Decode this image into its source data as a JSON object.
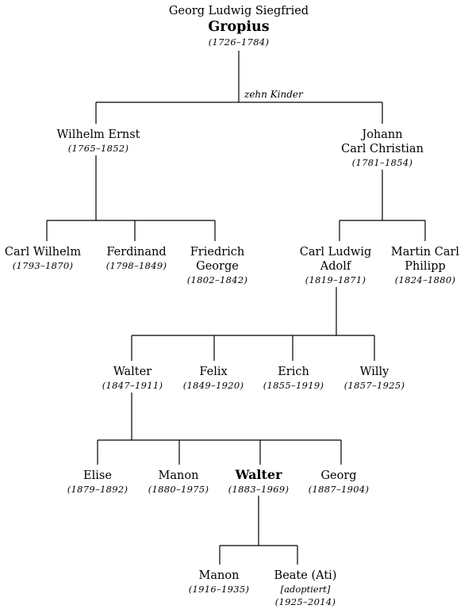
{
  "root": {
    "given_names": "Georg Ludwig Siegfried",
    "surname": "Gropius",
    "dates": "(1726–1784)",
    "children_note": "zehn Kinder"
  },
  "gen1": [
    {
      "name": [
        "Wilhelm Ernst"
      ],
      "dates": "(1765–1852)"
    },
    {
      "name": [
        "Johann",
        "Carl Christian"
      ],
      "dates": "(1781–1854)"
    }
  ],
  "gen2": [
    {
      "name": [
        "Carl Wilhelm"
      ],
      "dates": "(1793–1870)"
    },
    {
      "name": [
        "Ferdinand"
      ],
      "dates": "(1798–1849)"
    },
    {
      "name": [
        "Friedrich",
        "George"
      ],
      "dates": "(1802–1842)"
    },
    {
      "name": [
        "Carl Ludwig",
        "Adolf"
      ],
      "dates": "(1819–1871)"
    },
    {
      "name": [
        "Martin Carl",
        "Philipp"
      ],
      "dates": "(1824–1880)"
    }
  ],
  "gen3": [
    {
      "name": [
        "Walter"
      ],
      "dates": "(1847–1911)"
    },
    {
      "name": [
        "Felix"
      ],
      "dates": "(1849–1920)"
    },
    {
      "name": [
        "Erich"
      ],
      "dates": "(1855–1919)"
    },
    {
      "name": [
        "Willy"
      ],
      "dates": "(1857–1925)"
    }
  ],
  "gen4": [
    {
      "name": [
        "Elise"
      ],
      "dates": "(1879–1892)"
    },
    {
      "name": [
        "Manon"
      ],
      "dates": "(1880–1975)"
    },
    {
      "name": [
        "Walter"
      ],
      "dates": "(1883–1969)",
      "highlight": true
    },
    {
      "name": [
        "Georg"
      ],
      "dates": "(1887–1904)"
    }
  ],
  "gen5": [
    {
      "name": [
        "Manon"
      ],
      "dates": "(1916–1935)"
    },
    {
      "name": [
        "Beate (Ati)"
      ],
      "note": "[adoptiert]",
      "dates": "(1925–2014)"
    }
  ]
}
